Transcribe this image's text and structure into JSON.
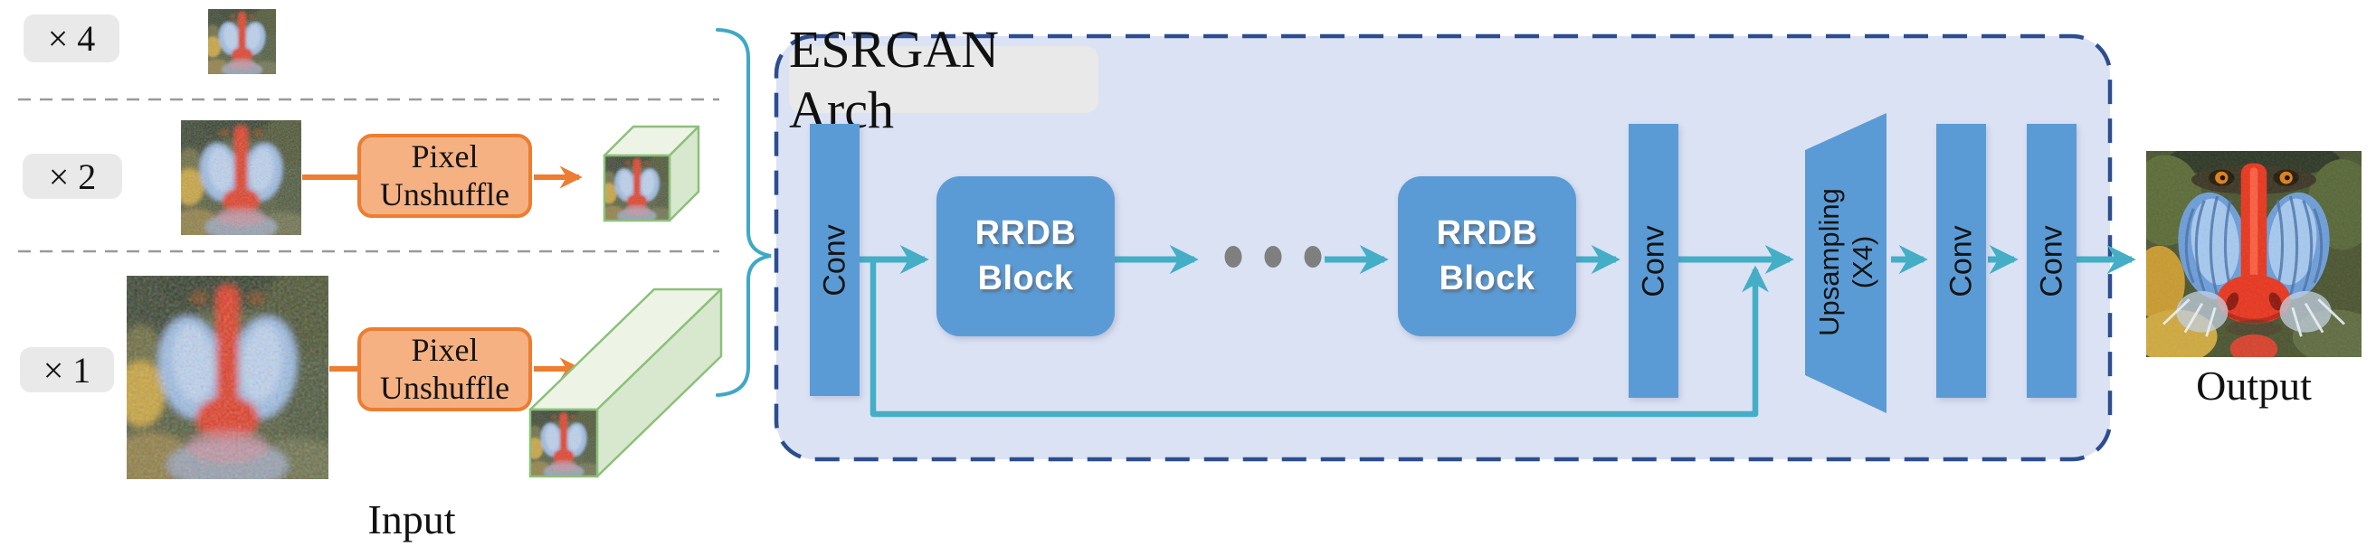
{
  "figure": {
    "input": {
      "caption": "Input",
      "rows": [
        {
          "scale": "× 4"
        },
        {
          "scale": "× 2",
          "box": "Pixel\nUnshuffle"
        },
        {
          "scale": "× 1",
          "box": "Pixel\nUnshuffle"
        }
      ]
    },
    "arch": {
      "title": "ESRGAN Arch",
      "conv": "Conv",
      "rrdb": "RRDB\nBlock",
      "upsampling": "Upsampling\n(X4)"
    },
    "output": {
      "caption": "Output"
    },
    "colors": {
      "block_blue": "#5b9bd5",
      "arch_fill": "#dbe2f4",
      "arch_border": "#2d4d8f",
      "arrow_teal": "#44aec6",
      "arrow_orange": "#ed7d31",
      "unshuffle_fill": "#f6b183",
      "label_gray": "#e9e9e9",
      "dot_gray": "#7f7f7f",
      "cube_green": "#8cc07a"
    }
  }
}
